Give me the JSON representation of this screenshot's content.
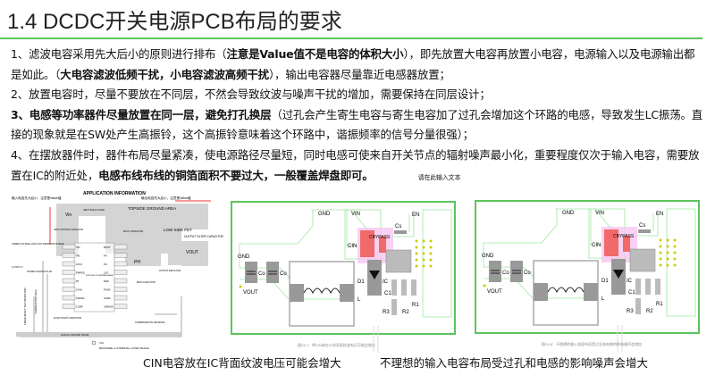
{
  "title": "1.4 DCDC开关电源PCB布局的要求",
  "paragraphs": [
    {
      "a": "1、滤波电容采用先大后小的原则进行排布（",
      "b": "注意是Value值不是电容的体积大小",
      "c": "），即先放置大电容再放置小电容，电源输入以及电源输出都是如此。（",
      "d": "大电容滤波低频干扰，小电容滤波高频干扰",
      "e": "），输出电容器尽量靠近电感器放置；"
    },
    {
      "a": "2、放置电容时，尽量不要放在不同层，不然会导致纹波与噪声干扰的增加，需要保持在同层设计；"
    },
    {
      "b": "3、电感等功率器件尽量放置在同一层，避免打孔换层",
      "c": "（过孔会产生寄生电容与寄生电容加了过孔会增加这个环路的电感，导致发生LC振荡。直接的现象就是在SW处产生高振铃，这个高振铃意味着这个环路中，谐振频率的信号分量很强）；"
    },
    {
      "a": "4、在摆放器件时，器件布局尽量紧凑，使电源路径尽量短，同时电感可使来自开关节点的辐射噪声最小化，重要程度仅次于输入电容，需要放置在IC的附近处，",
      "b": "电感布线布线的铜箔面积不要过大，一般覆盖焊盘即可。",
      "hint": "请在此输入文本"
    }
  ],
  "app_diagram": {
    "title": "APPLICATION INFORMATION",
    "note_in": "输入电容先大后小、注意是Value值",
    "note_out": "输出电容先大后小、注意是Value值",
    "topside": "TOPSIDE GROUND AREA",
    "vin": "Vin",
    "vout": "VOUT",
    "ph": "PH",
    "low_side": "LOW SIDE FET",
    "pins_left": [
      "VIN",
      "VIN",
      "UVLO",
      "PWRGD",
      "RT",
      "SYNC",
      "SS/ENA",
      "COMP"
    ],
    "pins_right": [
      "BOOT",
      "PH",
      "PH",
      "LSG",
      "BIAS",
      "PGND",
      "AGND",
      "VSENSE"
    ],
    "labels": [
      "INPUT BULK FILTER",
      "INPUT BYPASS CAPACITOR",
      "UNDER VOLTAGE LOCK OUT RESISTOR DIVIDER",
      "3.3 OR 5 V",
      "POWER GOOD PULLUP",
      "BOOT CAPACITOR",
      "OUTPUT INDUCTOR",
      "BIAS CAPACITOR",
      "OUTPUT FILTER CAPACITOR",
      "SLOW START CAPACITOR",
      "COMPENSATION NETWORK",
      "ANALOG GROUND TRACE",
      "FREQUENCY SET RESISTOR",
      "TERMINATION RES.",
      "EXPOSED POWERPAD AREA"
    ],
    "legend_via": "VIA",
    "legend_trace": "BACKSIDE or INTERNAL LAYER TRACE"
  },
  "pcb1": {
    "gnd_top": "GND",
    "vin": "VIN",
    "en": "EN",
    "cs": "Cs",
    "cin": "CIN",
    "bypass": "CBYPASS",
    "gnd_left": "GND",
    "co1": "Co",
    "co2": "Co",
    "vout": "VOUT",
    "d1": "D1",
    "ic": "IC",
    "l": "L",
    "c1": "C1",
    "r3": "R3",
    "r2": "R2",
    "r1": "R1",
    "caption": "图24-7：将CIN放在IC的背面纹波电压可能会增大"
  },
  "pcb2": {
    "gnd_top": "GND",
    "vin": "VIN",
    "en": "EN",
    "cs": "Cs",
    "cin": "CIN",
    "bypass": "CBYPASS",
    "gnd_left": "GND",
    "co1": "Co",
    "co2": "Co",
    "vout": "VOUT",
    "d1": "D1",
    "ic": "IC",
    "l": "L",
    "c1": "C1",
    "r3": "R3",
    "r2": "R2",
    "r1": "R1",
    "caption": "图24-8：不理想的输入电容布局受过孔和电感的影响噪声会增加"
  },
  "captions": [
    "CIN电容放在IC背面纹波电压可能会增大",
    "不理想的输入电容布局受过孔和电感的影响噪声会增大"
  ],
  "colors": {
    "accent": "#5cc45c",
    "pad": "#9a9a9a",
    "cin": "#f06a6a",
    "highlight": "#f7c6f0"
  }
}
